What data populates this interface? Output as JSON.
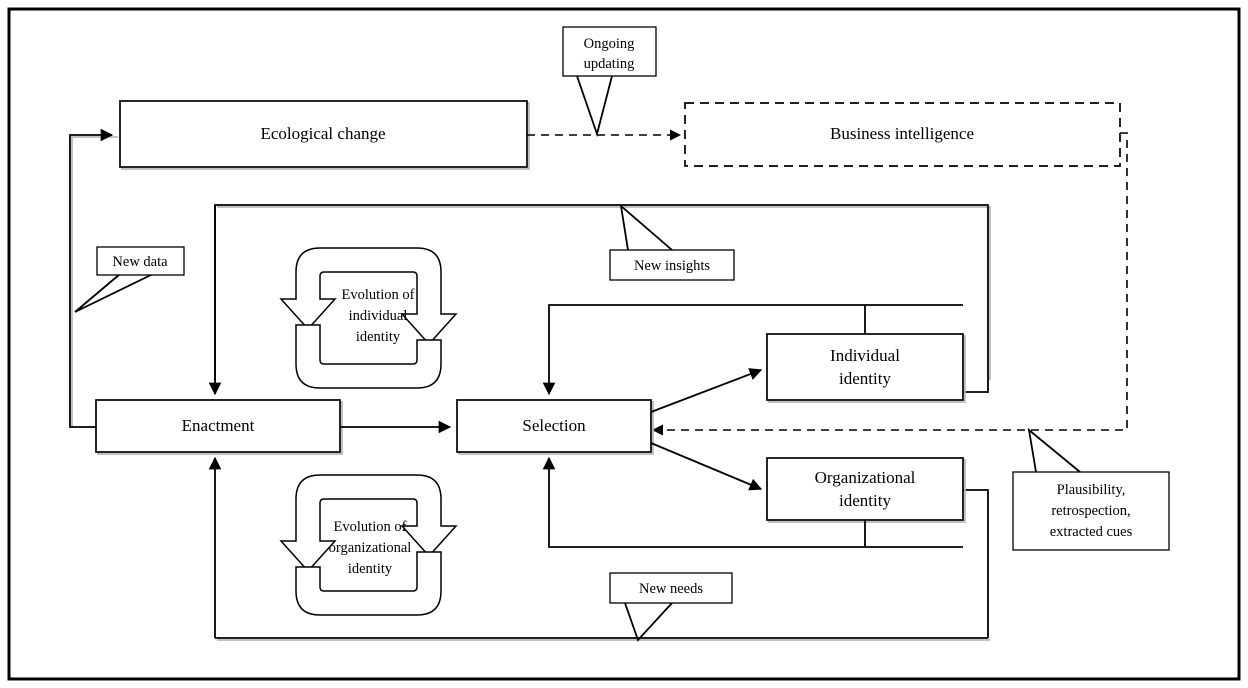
{
  "figure": {
    "title": "Sensemaking and business intelligence process diagram",
    "background_color": "#ffffff",
    "line_color": "#000000",
    "frame": {
      "style": "solid-border"
    }
  },
  "nodes": {
    "ecological_change": {
      "label": "Ecological change",
      "style": "solid"
    },
    "business_intelligence": {
      "label": "Business intelligence",
      "style": "dashed"
    },
    "enactment": {
      "label": "Enactment",
      "style": "solid"
    },
    "selection": {
      "label": "Selection",
      "style": "solid"
    },
    "individual_identity": {
      "label_line1": "Individual",
      "label_line2": "identity",
      "style": "solid"
    },
    "organizational_identity": {
      "label_line1": "Organizational",
      "label_line2": "identity",
      "style": "solid"
    }
  },
  "cycles": {
    "individual": {
      "line1": "Evolution of",
      "line2": "individual",
      "line3": "identity"
    },
    "organizational": {
      "line1": "Evolution of",
      "line2": "organizational",
      "line3": "identity"
    }
  },
  "callouts": {
    "ongoing_updating": {
      "line1": "Ongoing",
      "line2": "updating"
    },
    "new_data": {
      "line1": "New data"
    },
    "new_insights": {
      "line1": "New insights"
    },
    "new_needs": {
      "line1": "New needs"
    },
    "plausibility": {
      "line1": "Plausibility,",
      "line2": "retrospection,",
      "line3": "extracted cues"
    }
  },
  "connectors": [
    {
      "name": "ecological-change-to-business-intelligence",
      "style": "dashed",
      "arrow": true
    },
    {
      "name": "business-intelligence-to-selection",
      "style": "dashed",
      "arrow": true
    },
    {
      "name": "enactment-to-selection",
      "style": "solid",
      "arrow": true
    },
    {
      "name": "selection-to-individual-identity",
      "style": "solid",
      "arrow": true
    },
    {
      "name": "selection-to-organizational-identity",
      "style": "solid",
      "arrow": true
    },
    {
      "name": "individual-identity-feedback-to-selection",
      "style": "solid",
      "arrow": true
    },
    {
      "name": "organizational-identity-feedback-to-selection",
      "style": "solid",
      "arrow": true
    },
    {
      "name": "outer-loop-to-enactment",
      "style": "solid",
      "arrow": true
    },
    {
      "name": "enactment-to-ecological-change",
      "style": "solid",
      "arrow": true
    }
  ]
}
